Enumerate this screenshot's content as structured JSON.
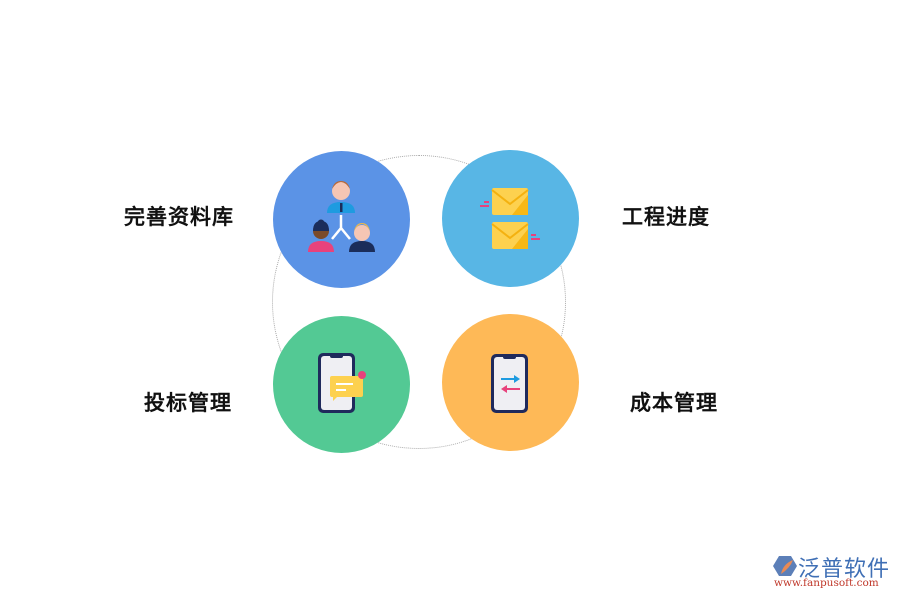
{
  "diagram": {
    "nodes": [
      {
        "label": "完善资料库",
        "icon": "team-hierarchy-icon",
        "color": "#5b93e6"
      },
      {
        "label": "工程进度",
        "icon": "envelopes-icon",
        "color": "#58b6e5"
      },
      {
        "label": "投标管理",
        "icon": "phone-message-icon",
        "color": "#53c994"
      },
      {
        "label": "成本管理",
        "icon": "phone-transfer-icon",
        "color": "#feb957"
      }
    ]
  },
  "logo": {
    "name": "泛普软件",
    "url": "www.fanpusoft.com"
  }
}
